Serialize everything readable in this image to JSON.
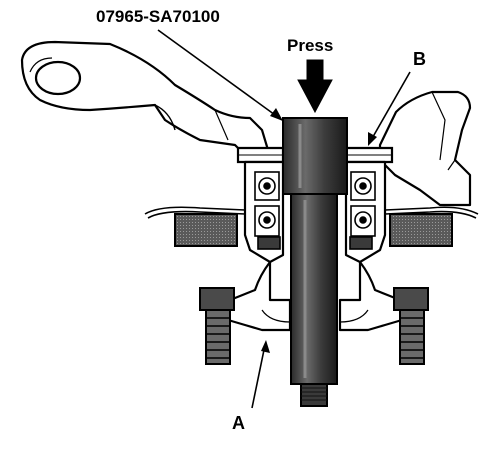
{
  "labels": {
    "tool": "07965-SA70100",
    "press": "Press",
    "a": "A",
    "b": "B"
  },
  "colors": {
    "ink": "#000000",
    "paper": "#ffffff",
    "tool_fill": "#4a4a4a",
    "tool_shade": "#1f1f1f",
    "tool_highlight": "#8a8a8a",
    "block_fill": "#555555"
  }
}
